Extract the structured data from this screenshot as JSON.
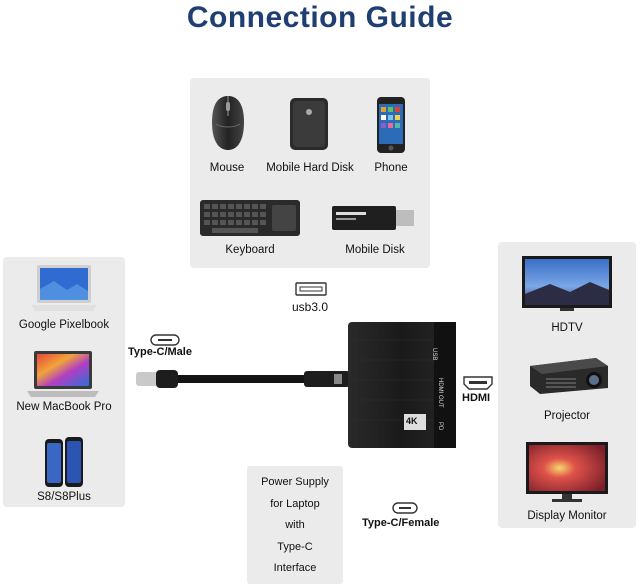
{
  "title": "Connection Guide",
  "top_devices": {
    "mouse": "Mouse",
    "hard_disk": "Mobile Hard Disk",
    "phone": "Phone",
    "keyboard": "Keyboard",
    "mobile_disk": "Mobile Disk"
  },
  "left_devices": {
    "pixelbook": "Google Pixelbook",
    "macbook": "New MacBook Pro",
    "galaxy": "S8/S8Plus"
  },
  "right_devices": {
    "hdtv": "HDTV",
    "projector": "Projector",
    "monitor": "Display Monitor"
  },
  "ports": {
    "usb": "usb3.0",
    "type_c_male": "Type-C/Male",
    "hdmi": "HDMI",
    "type_c_female": "Type-C/Female"
  },
  "hub_labels": {
    "usb": "USB",
    "hdmi_out": "HDMI OUT",
    "pd": "PD",
    "badge_4k": "4K"
  },
  "power_supply": {
    "line1": "Power Supply",
    "line2": "for Laptop",
    "line3": "with",
    "line4": "Type-C",
    "line5": "Interface"
  },
  "colors": {
    "title": "#1f3f73",
    "panel": "#ebebeb",
    "hub": "#1c1c1c"
  }
}
